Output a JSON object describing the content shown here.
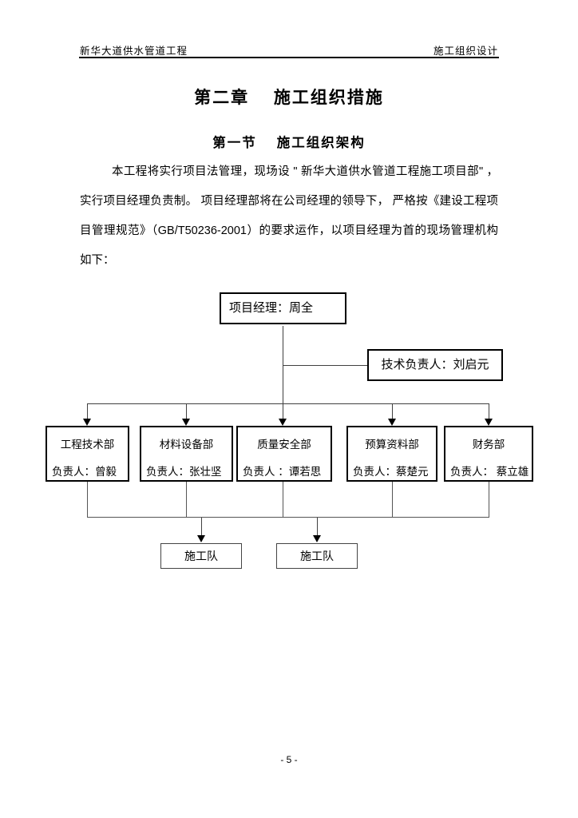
{
  "doc": {
    "header": {
      "left": "新华大道供水管道工程",
      "right": "施工组织设计"
    },
    "title": "第二章　 施工组织措施",
    "subtitle": "第一节　 施工组织架构",
    "paragraph_lines": [
      "本工程将实行项目法管理，现场设 \" 新华大道供水管道工程施工项目部\" ，",
      "实行项目经理负责制。 项目经理部将在公司经理的领导下， 严格按《建设工程项",
      "目管理规范》（GB/T50236-2001）的要求运作，以项目经理为首的现场管理机构",
      "如下："
    ],
    "footer_page": "- 5 -"
  },
  "chart": {
    "manager": "项目经理：周全",
    "tech_lead": "技术负责人：刘启元",
    "departments": [
      {
        "name": "工程技术部",
        "head": "负责人：曾毅"
      },
      {
        "name": "材料设备部",
        "head": "负责人：张壮坚"
      },
      {
        "name": "质量安全部",
        "head": "负责人 ：谭若思"
      },
      {
        "name": "预算资料部",
        "head": "负责人：蔡楚元"
      },
      {
        "name": "财务部",
        "head": "负责人： 蔡立雄"
      }
    ],
    "teams": [
      "施工队",
      "施工队"
    ]
  }
}
